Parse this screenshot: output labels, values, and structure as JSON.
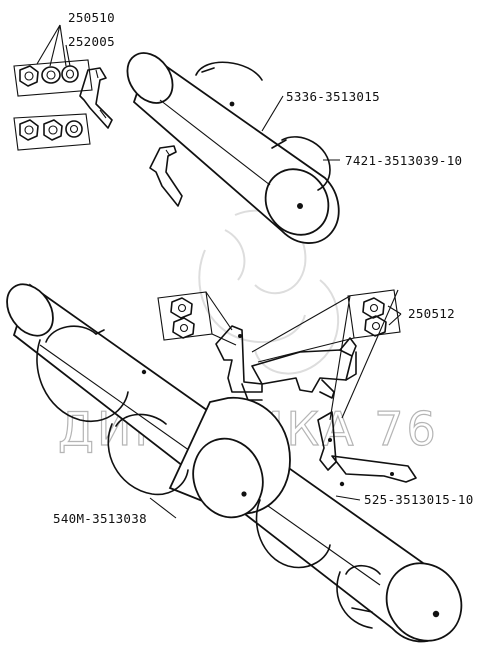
{
  "labels": {
    "bolt_250510": "250510",
    "washer_252005": "252005",
    "receiver_upper": "5336-3513015",
    "strap_upper": "7421-3513039-10",
    "nut_250512": "250512",
    "strap_lower": "540M-3513038",
    "receiver_lower": "525-3513015-10"
  },
  "watermark": "ДИНАМИКА 76"
}
